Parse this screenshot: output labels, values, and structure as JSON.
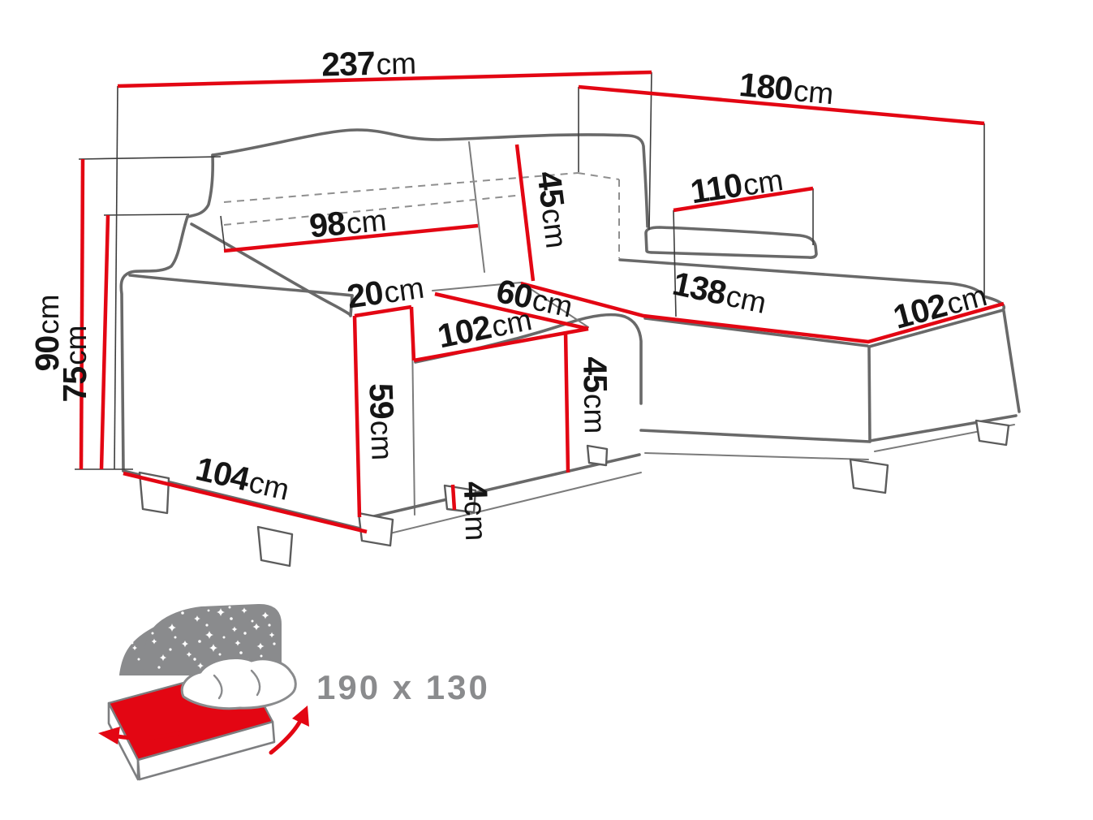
{
  "diagram": {
    "type": "corner-sofa-bed-dimension-drawing",
    "unit": "cm",
    "dimensions": {
      "sofa_total_width": {
        "value": "237",
        "unit": "cm"
      },
      "chaise_total_depth": {
        "value": "180",
        "unit": "cm"
      },
      "chaise_back_width": {
        "value": "110",
        "unit": "cm"
      },
      "backrest_cushion_width": {
        "value": "98",
        "unit": "cm"
      },
      "backrest_cushion_height": {
        "value": "45",
        "unit": "cm"
      },
      "armrest_top_width": {
        "value": "20",
        "unit": "cm"
      },
      "corner_section_width": {
        "value": "60",
        "unit": "cm"
      },
      "seat_depth": {
        "value": "102",
        "unit": "cm"
      },
      "seat_front_height": {
        "value": "45",
        "unit": "cm"
      },
      "armrest_front_height": {
        "value": "59",
        "unit": "cm"
      },
      "sofa_total_height": {
        "value": "90",
        "unit": "cm"
      },
      "armrest_back_height": {
        "value": "75",
        "unit": "cm"
      },
      "side_depth": {
        "value": "104",
        "unit": "cm"
      },
      "leg_height": {
        "value": "4",
        "unit": "cm"
      },
      "chaise_seat_length": {
        "value": "138",
        "unit": "cm"
      },
      "chaise_seat_width": {
        "value": "102",
        "unit": "cm"
      }
    },
    "bed_function": {
      "icon": "bed-with-starry-backdrop-icon",
      "sleeping_area": "190 x 130"
    },
    "colors": {
      "dimension_red": "#e30613",
      "outline_gray": "#696969",
      "label_black": "#151515",
      "icon_gray": "#8a8b8d"
    }
  }
}
